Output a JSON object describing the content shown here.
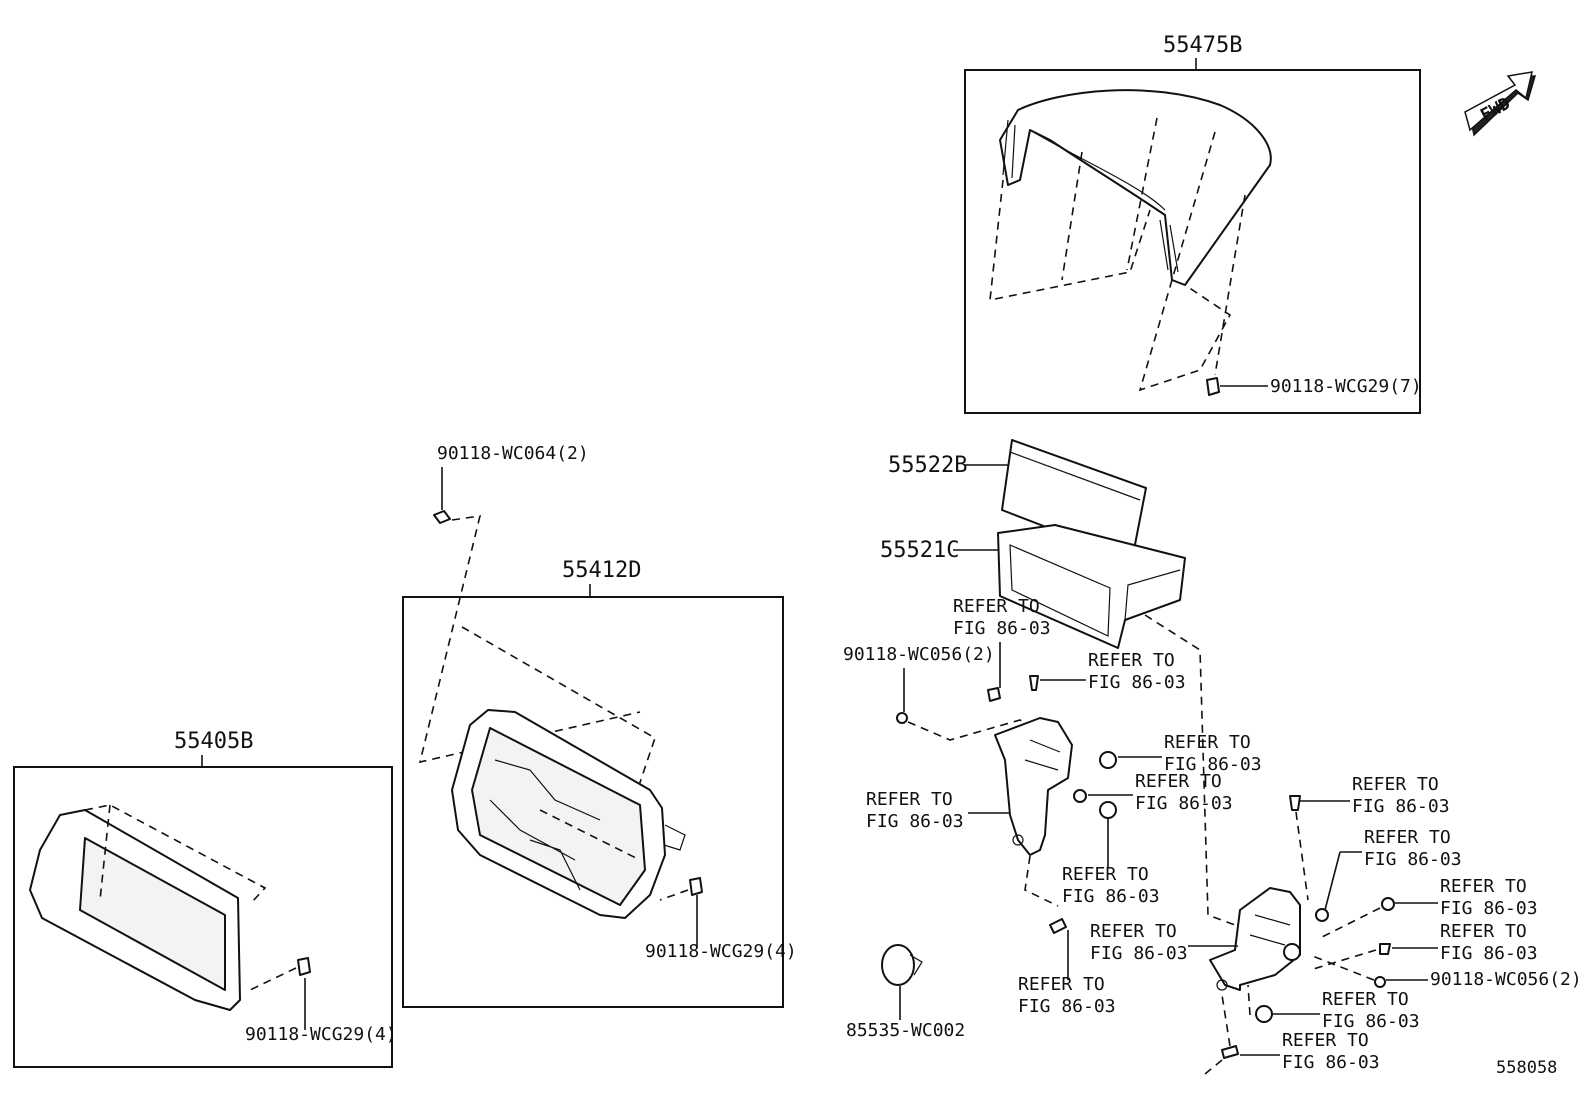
{
  "diagram": {
    "diagram_number": "558058",
    "fwd_label": "FWD",
    "parts": {
      "p55475B": "55475B",
      "p55522B": "55522B",
      "p55521C": "55521C",
      "p55412D": "55412D",
      "p55405B": "55405B",
      "clip_top": "90118-WCG29(7)",
      "screw_wc064": "90118-WC064(2)",
      "clip_mid": "90118-WCG29(4)",
      "clip_left": "90118-WCG29(4)",
      "screw_wc056_a": "90118-WC056(2)",
      "screw_wc056_b": "90118-WC056(2)",
      "cap": "85535-WC002"
    },
    "refer": {
      "line1": "REFER TO",
      "line2": "FIG 86-03"
    }
  }
}
